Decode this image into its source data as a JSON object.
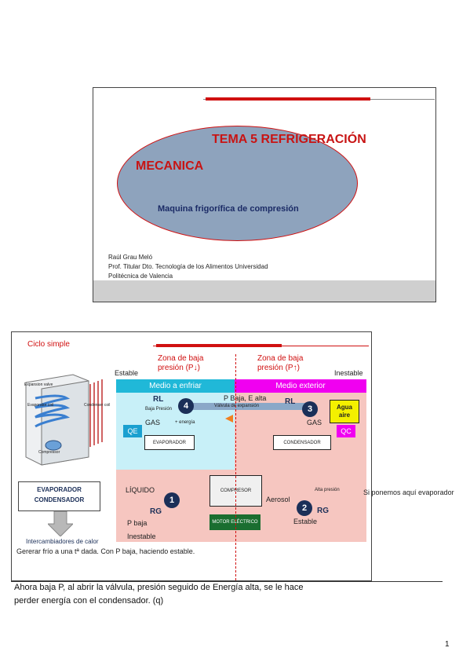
{
  "slide1": {
    "title_line1": "TEMA 5  REFRIGERACIÓN",
    "title_line2": "MECANICA",
    "subtitle": "Maquina frigorífica de compresión",
    "author_line1": "Raúl Grau Meló",
    "author_line2": "Prof. Titular Dto. Tecnología de los Alimentos Universidad",
    "author_line3": "Politécnica de Valencia"
  },
  "slide2": {
    "title": "Ciclo simple",
    "zone_low": "Zona de baja presión (P↓)",
    "zone_high": "Zona de baja presión (P↑)",
    "estable_top": "Estable",
    "inestable_top": "Inestable",
    "medio_enfriar": "Medio a enfriar",
    "medio_exterior": "Medio exterior",
    "rl_left": "RL",
    "rl_right": "RL",
    "baja_presion": "Baja Presión",
    "p_baja_e_alta": "P Baja, E alta",
    "valvula": "Válvula de expansión",
    "agua_aire": "Agua aire",
    "gas_left": "GAS",
    "gas_right": "GAS",
    "energia": "+ energía",
    "qe": "QE",
    "qc": "QC",
    "evaporador_box": "EVAPORADOR",
    "condensador_box": "CONDENSADOR",
    "liquido": "LÍQUIDO",
    "compresor": "COMPRESOR",
    "alta_presion": "Alta presión",
    "aerosol": "Aerosol",
    "motor": "MOTOR ELÉCTRICO",
    "rg_left": "RG",
    "rg_right": "RG",
    "p_baja": "P baja",
    "inestable_bottom": "Inestable",
    "estable_bottom": "Estable",
    "num1": "1",
    "num2": "2",
    "num3": "3",
    "num4": "4",
    "evap_label": "EVAPORADOR",
    "cond_label": "CONDENSADOR",
    "intercambiadores": "Intercambiadores de calor",
    "generar": "Gererar frío a una tª dada. Con P baja,  haciendo estable.",
    "fridge_labels": [
      "Expansion valve",
      "Evaporator coil",
      "Condenser coil",
      "Compressor"
    ]
  },
  "side_note": "Si ponemos aquí evaporador",
  "note_line1": "Ahora baja P, al abrir la válvula, presión  seguido de Energía alta, se le hace",
  "note_line2": "perder energía con el condensador. (q)",
  "page_number": "1",
  "colors": {
    "red": "#d01010",
    "cyan": "#c8f0f8",
    "magenta": "#f000f0",
    "pink": "#f6c6c0",
    "navy": "#1b2f58"
  }
}
